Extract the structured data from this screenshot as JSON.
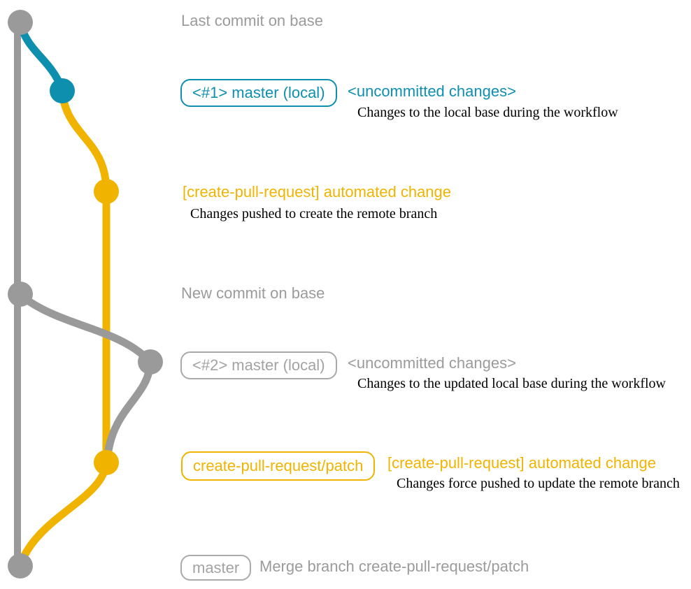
{
  "colors": {
    "base": "#9a9a9a",
    "local_branch": "#0e8fae",
    "remote_branch": "#f0b400",
    "muted_text": "#9b9b9b",
    "caption_text": "#000000"
  },
  "rows": {
    "row1": {
      "heading": "Last commit on base"
    },
    "row2": {
      "pill": "<#1> master (local)",
      "heading": "<uncommitted changes>",
      "caption": "Changes to the local base during the workflow"
    },
    "row3": {
      "heading": "[create-pull-request] automated change",
      "caption": "Changes pushed to create the remote branch"
    },
    "row4": {
      "heading": "New commit on base"
    },
    "row5": {
      "pill": "<#2> master (local)",
      "heading": "<uncommitted changes>",
      "caption": "Changes to the updated local base during the workflow"
    },
    "row6": {
      "pill": "create-pull-request/patch",
      "heading": "[create-pull-request] automated change",
      "caption": "Changes force pushed to update the remote branch"
    },
    "row7": {
      "pill": "master",
      "heading": "Merge branch create-pull-request/patch"
    }
  },
  "graph": {
    "branches": [
      {
        "name": "base",
        "color": "#9a9a9a"
      },
      {
        "name": "master (local)",
        "color": "#0e8fae"
      },
      {
        "name": "create-pull-request/patch",
        "color": "#f0b400"
      }
    ],
    "commit_count": 7
  }
}
